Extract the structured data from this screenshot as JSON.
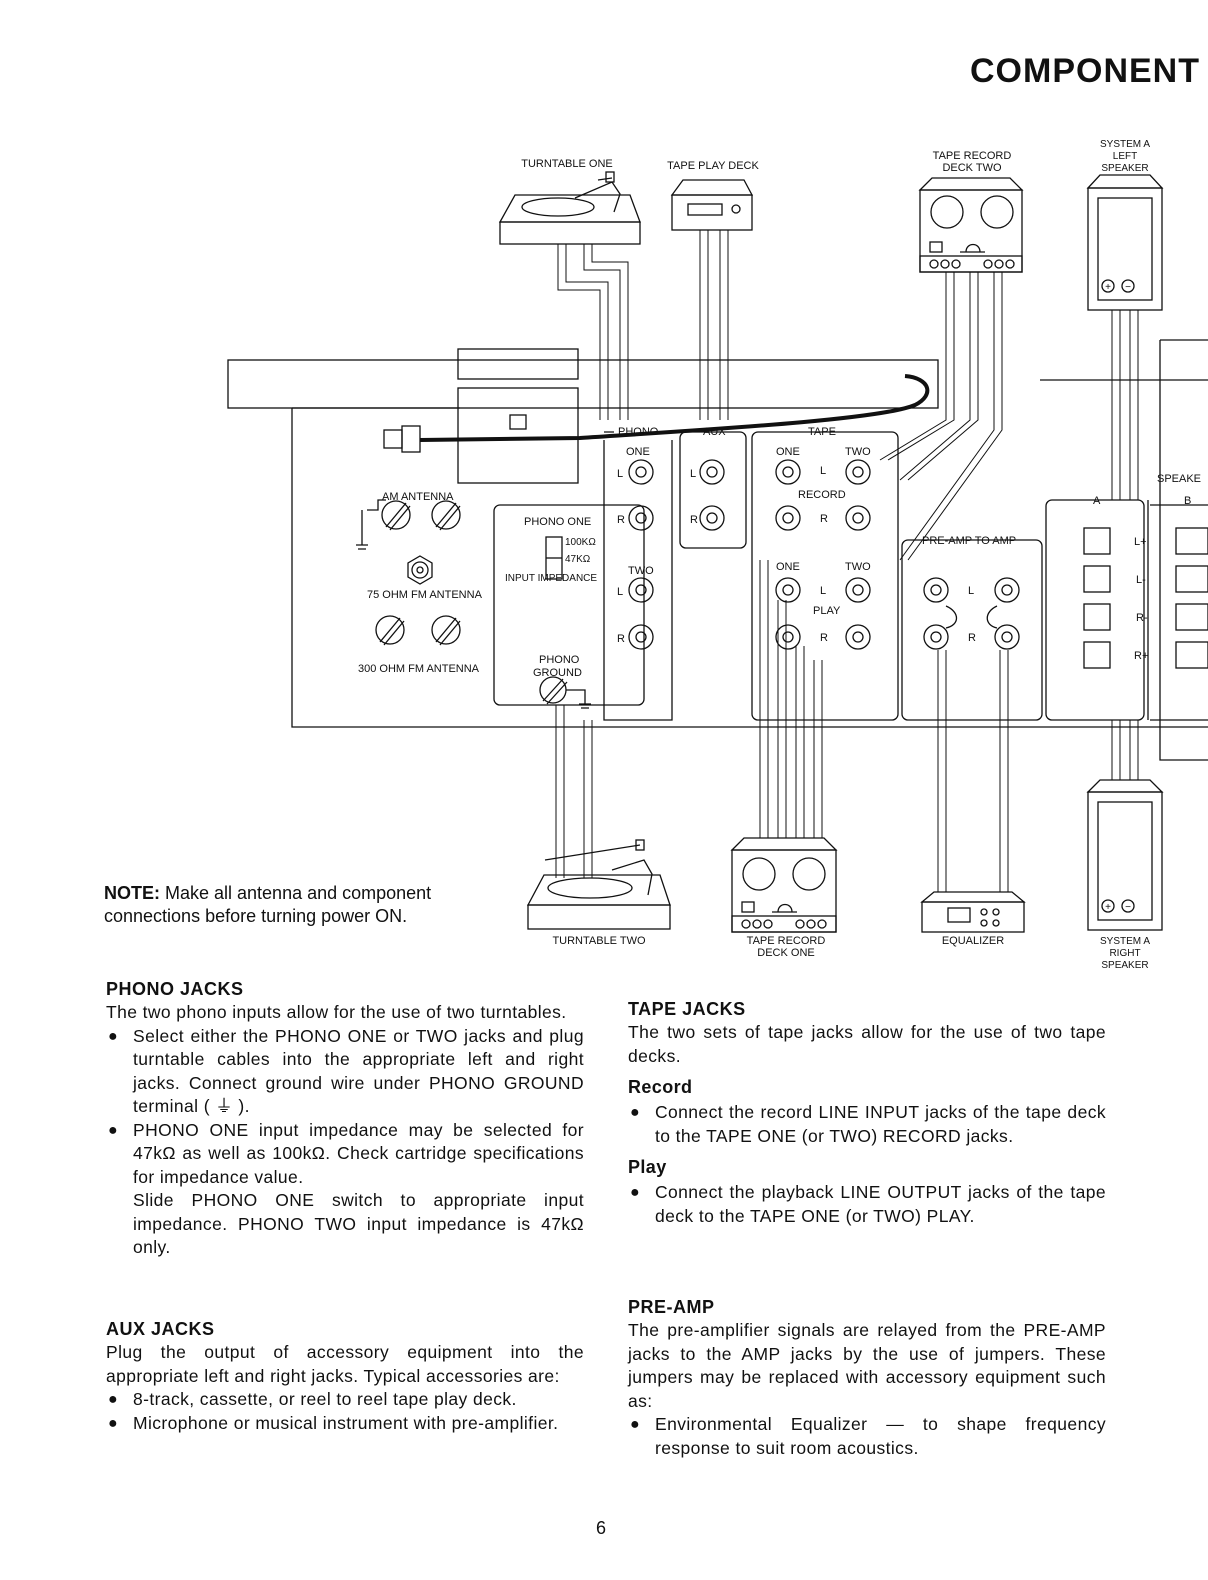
{
  "page": {
    "title": "COMPONENT",
    "number": "6"
  },
  "diagram": {
    "components": {
      "turntable_one": "TURNTABLE ONE",
      "tape_play_deck": "TAPE PLAY DECK",
      "tape_record_deck_two": [
        "TAPE RECORD",
        "DECK TWO"
      ],
      "system_a_left_speaker": [
        "SYSTEM A",
        "LEFT",
        "SPEAKER"
      ],
      "turntable_two": "TURNTABLE TWO",
      "tape_record_deck_one": [
        "TAPE RECORD",
        "DECK ONE"
      ],
      "equalizer": "EQUALIZER",
      "system_a_right_speaker": [
        "SYSTEM A",
        "RIGHT",
        "SPEAKER"
      ]
    },
    "panel": {
      "am_antenna": "AM ANTENNA",
      "fm75": "75 OHM FM ANTENNA",
      "fm300": "300 OHM FM ANTENNA",
      "phono_one_box": "PHONO ONE",
      "imp_100k": "100KΩ",
      "imp_47k": "47KΩ",
      "input_impedance": "INPUT IMPEDANCE",
      "phono_ground": [
        "PHONO",
        "GROUND"
      ],
      "phono": "PHONO",
      "one": "ONE",
      "two": "TWO",
      "aux": "AUX",
      "tape": "TAPE",
      "record": "RECORD",
      "play": "PLAY",
      "l": "L",
      "r": "R",
      "preamp_to_amp": "PRE-AMP TO AMP",
      "speakers": "SPEAKE",
      "a": "A",
      "b": "B",
      "l_plus": "L+",
      "l_minus": "L-",
      "r_minus": "R-",
      "r_plus": "R+"
    }
  },
  "note": {
    "label": "NOTE:",
    "text": " Make all antenna and component connections before turning power ON."
  },
  "phono_jacks": {
    "heading": "PHONO JACKS",
    "intro": "The two phono inputs allow for the use of two turntables.",
    "bullets": [
      "Select either the PHONO ONE or TWO jacks and plug turntable cables into the appropriate left and right jacks. Connect ground wire under PHONO GROUND terminal ( ⏚ ).",
      "PHONO ONE input impedance may be selected for 47kΩ as well as 100kΩ. Check cartridge specifications for impedance value."
    ],
    "continuation": "Slide PHONO ONE switch to appropriate input impedance. PHONO TWO input impedance is 47kΩ only."
  },
  "aux_jacks": {
    "heading": "AUX JACKS",
    "intro": "Plug the output of accessory equipment into the appropriate left and right jacks. Typical accessories are:",
    "bullets": [
      "8-track, cassette, or reel to reel tape play deck.",
      "Microphone or musical instrument with pre-amplifier."
    ]
  },
  "tape_jacks": {
    "heading": "TAPE JACKS",
    "intro": "The two sets of tape jacks allow for the use of two tape decks.",
    "record_heading": "Record",
    "record_bullet": "Connect the record LINE INPUT jacks of the tape deck to the TAPE ONE (or TWO) RECORD jacks.",
    "play_heading": "Play",
    "play_bullet": "Connect the playback LINE OUTPUT jacks of the tape deck to the TAPE ONE (or TWO) PLAY."
  },
  "pre_amp": {
    "heading": "PRE-AMP",
    "intro": "The pre-amplifier signals are relayed from the PRE-AMP jacks to the AMP jacks by the use of jumpers. These jumpers may be replaced with accessory equipment such as:",
    "bullets": [
      "Environmental Equalizer — to shape frequency response to suit room acoustics."
    ]
  }
}
